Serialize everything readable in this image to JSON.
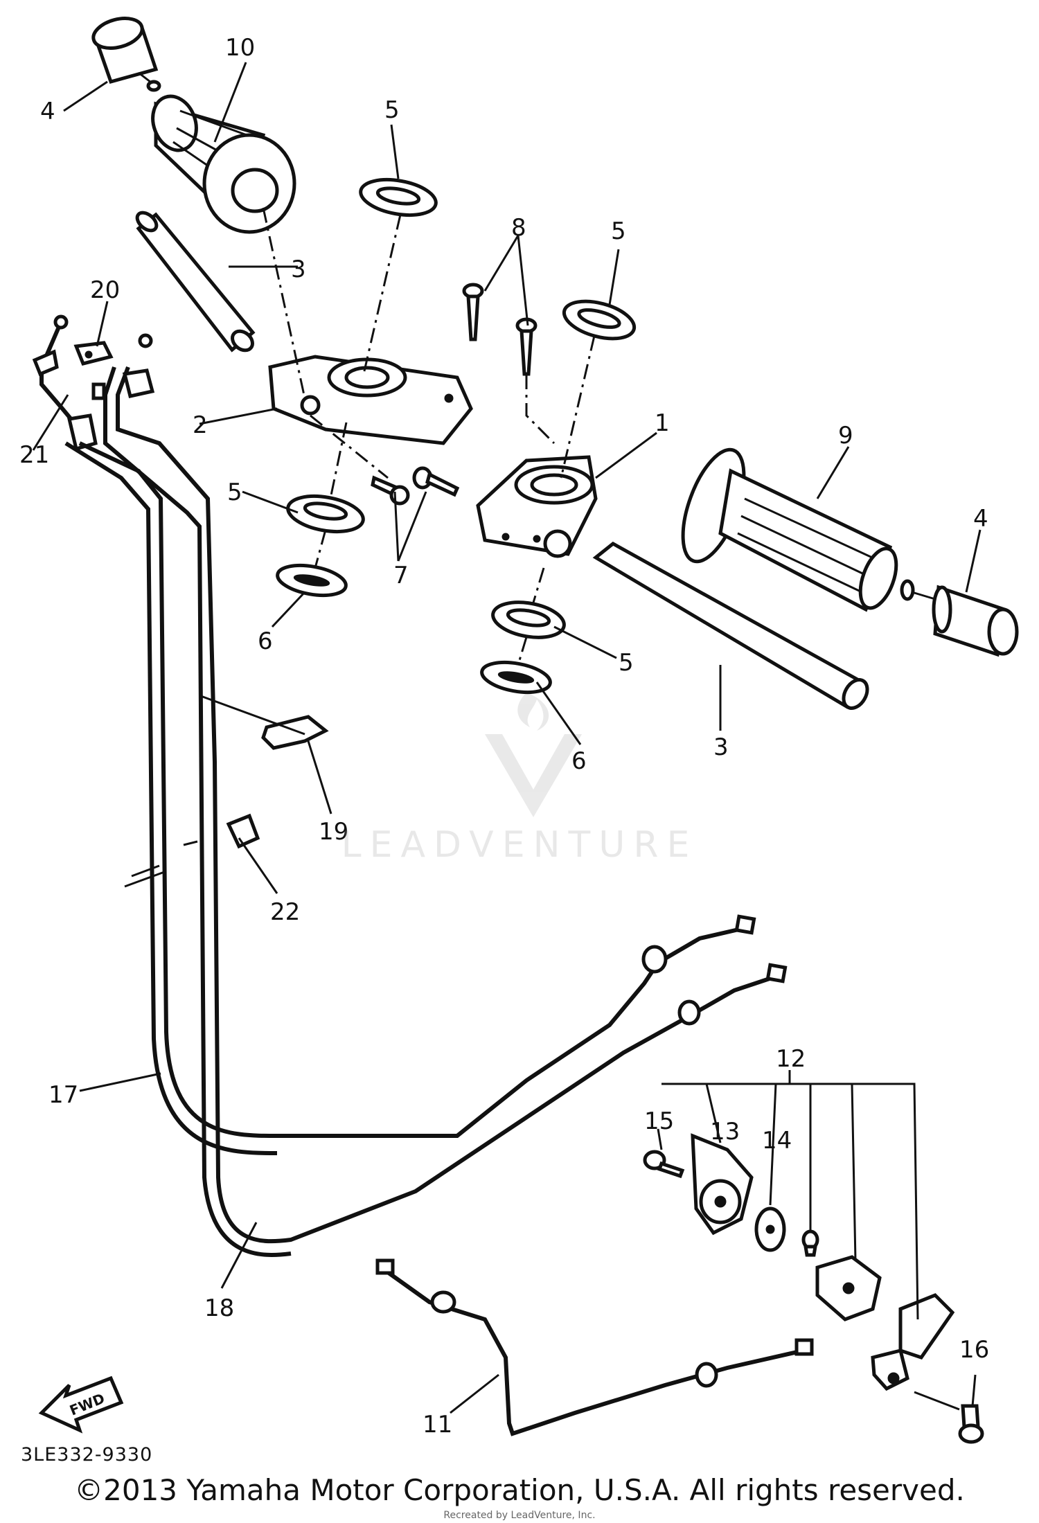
{
  "diagram": {
    "callouts": [
      {
        "id": "c1",
        "text": "1"
      },
      {
        "id": "c2",
        "text": "2"
      },
      {
        "id": "c3a",
        "text": "3"
      },
      {
        "id": "c3b",
        "text": "3"
      },
      {
        "id": "c4a",
        "text": "4"
      },
      {
        "id": "c4b",
        "text": "4"
      },
      {
        "id": "c5a",
        "text": "5"
      },
      {
        "id": "c5b",
        "text": "5"
      },
      {
        "id": "c5c",
        "text": "5"
      },
      {
        "id": "c5d",
        "text": "5"
      },
      {
        "id": "c6a",
        "text": "6"
      },
      {
        "id": "c6b",
        "text": "6"
      },
      {
        "id": "c7",
        "text": "7"
      },
      {
        "id": "c8",
        "text": "8"
      },
      {
        "id": "c9",
        "text": "9"
      },
      {
        "id": "c10",
        "text": "10"
      },
      {
        "id": "c11",
        "text": "11"
      },
      {
        "id": "c12",
        "text": "12"
      },
      {
        "id": "c13",
        "text": "13"
      },
      {
        "id": "c14",
        "text": "14"
      },
      {
        "id": "c15",
        "text": "15"
      },
      {
        "id": "c16",
        "text": "16"
      },
      {
        "id": "c17",
        "text": "17"
      },
      {
        "id": "c18",
        "text": "18"
      },
      {
        "id": "c19",
        "text": "19"
      },
      {
        "id": "c20",
        "text": "20"
      },
      {
        "id": "c21",
        "text": "21"
      },
      {
        "id": "c22",
        "text": "22"
      }
    ],
    "fwd_label": "FWD",
    "diagram_code": "3LE332-9330",
    "watermark": "LEADVENTURE",
    "copyright": "©2013 Yamaha Motor Corporation, U.S.A. All rights reserved.",
    "credit": "Recreated by LeadVenture, Inc."
  },
  "colors": {
    "ink": "#111111",
    "paper": "#ffffff",
    "watermark": "#969696"
  }
}
